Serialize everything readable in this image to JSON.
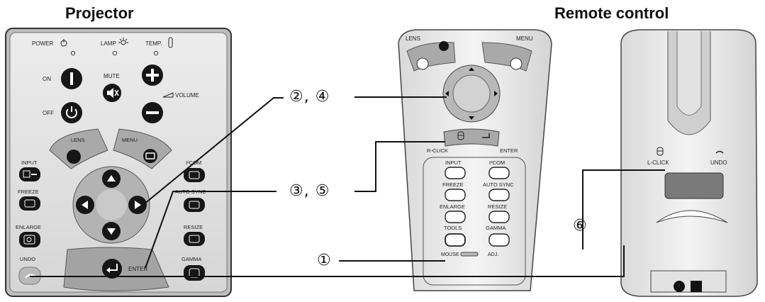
{
  "headings": {
    "projector": "Projector",
    "remote": "Remote control"
  },
  "projector_labels": {
    "power": "POWER",
    "lamp": "LAMP",
    "temp": "TEMP.",
    "on": "ON",
    "off": "OFF",
    "mute": "MUTE",
    "volume": "VOLUME",
    "lens": "LENS",
    "menu": "MENU",
    "input": "INPUT",
    "freeze": "FREEZE",
    "enlarge": "ENLARGE",
    "undo": "UNDO",
    "ircom": "I²COM",
    "autosync": "AUTO SYNC",
    "resize": "RESIZE",
    "gamma": "GAMMA",
    "enter": "ENTER"
  },
  "remote_labels": {
    "lens": "LENS",
    "menu": "MENU",
    "rclick": "R-CLICK",
    "enter": "ENTER",
    "input": "INPUT",
    "ircom": "I²COM",
    "freeze": "FREEZE",
    "autosync": "AUTO SYNC",
    "enlarge": "ENLARGE",
    "resize": "RESIZE",
    "tools": "TOOLS",
    "gamma": "GAMMA",
    "mouse": "MOUSE",
    "adj": "ADJ."
  },
  "back_labels": {
    "lclick": "L-CLICK",
    "undo": "UNDO"
  },
  "callouts": {
    "c24": "②, ④",
    "c35": "③, ⑤",
    "c1": "①",
    "c6": "⑥"
  },
  "icons": [
    "power-icon",
    "lamp-icon",
    "thermometer-icon",
    "mute-icon",
    "volume-icon",
    "arrow-up-icon",
    "arrow-down-icon",
    "arrow-left-icon",
    "arrow-right-icon",
    "enter-icon",
    "mouse-icon",
    "undo-icon"
  ]
}
